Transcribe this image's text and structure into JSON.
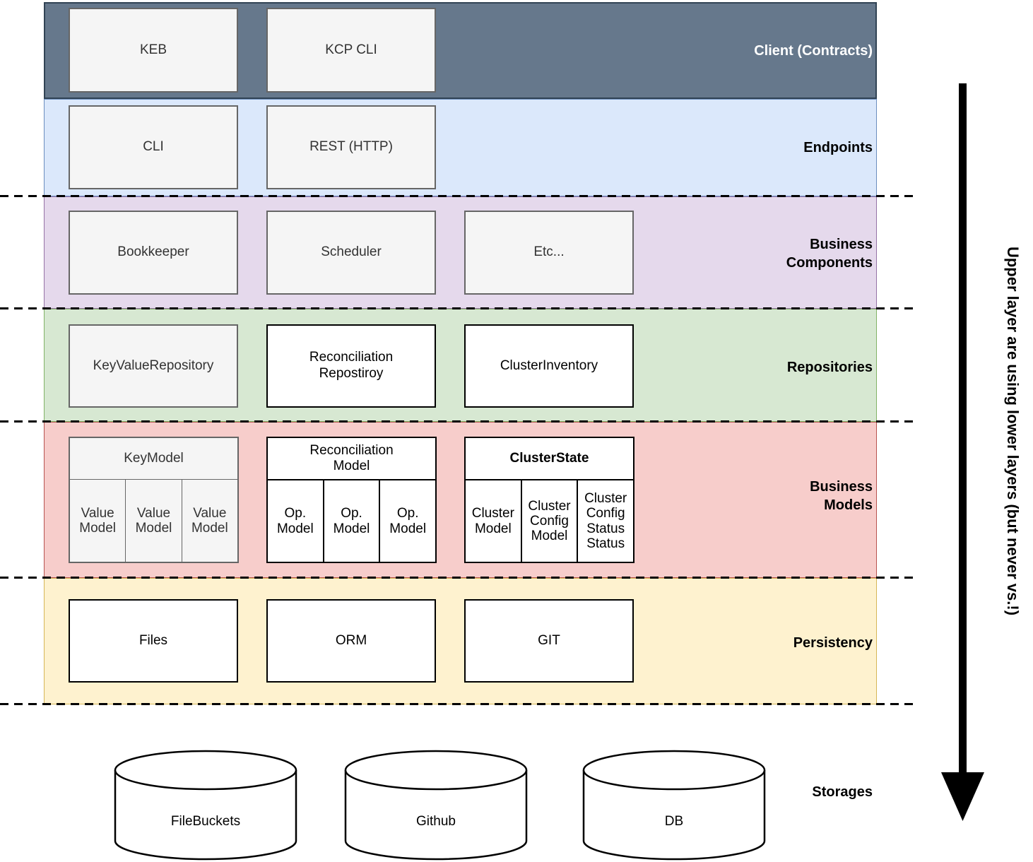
{
  "palette": {
    "client_fill": "#66788c",
    "client_stroke": "#314354",
    "client_label": "#ffffff",
    "endpoints_fill": "#dbe8fb",
    "endpoints_stroke": "#6c8ebf",
    "business_components_fill": "#e5d9ec",
    "business_components_stroke": "#9673a6",
    "repositories_fill": "#d7e8d2",
    "repositories_stroke": "#82b366",
    "business_models_fill": "#f7cdcb",
    "business_models_stroke": "#b85450",
    "persistency_fill": "#fef2cf",
    "persistency_stroke": "#d6b656",
    "gray_box_fill": "#f5f5f5",
    "gray_box_stroke": "#666666",
    "white_box_fill": "#ffffff",
    "white_box_stroke": "#000000",
    "arrow_color": "#000000"
  },
  "layers": [
    {
      "name": "Client (Contracts)",
      "boxes": [
        "KEB",
        "KCP CLI"
      ]
    },
    {
      "name": "Endpoints",
      "boxes": [
        "CLI",
        "REST (HTTP)"
      ]
    },
    {
      "name": "Business\nComponents",
      "boxes": [
        "Bookkeeper",
        "Scheduler",
        "Etc..."
      ]
    },
    {
      "name": "Repositories",
      "boxes": [
        "KeyValueRepository",
        "Reconciliation\nRepostiroy",
        "ClusterInventory"
      ]
    },
    {
      "name": "Business\nModels",
      "composites": [
        {
          "header": "KeyModel",
          "cells": [
            "Value\nModel",
            "Value\nModel",
            "Value\nModel"
          ]
        },
        {
          "header": "Reconciliation\nModel",
          "cells": [
            "Op.\nModel",
            "Op.\nModel",
            "Op.\nModel"
          ]
        },
        {
          "header": "ClusterState",
          "cells": [
            "Cluster\nModel",
            "Cluster\nConfig\nModel",
            "Cluster\nConfig\nStatus\nStatus"
          ]
        }
      ]
    },
    {
      "name": "Persistency",
      "boxes": [
        "Files",
        "ORM",
        "GIT"
      ]
    }
  ],
  "storages": {
    "label": "Storages",
    "cylinders": [
      "FileBuckets",
      "Github",
      "DB"
    ]
  },
  "side_note": {
    "text": "Upper layer are using lower layers (but never vs.!)"
  }
}
